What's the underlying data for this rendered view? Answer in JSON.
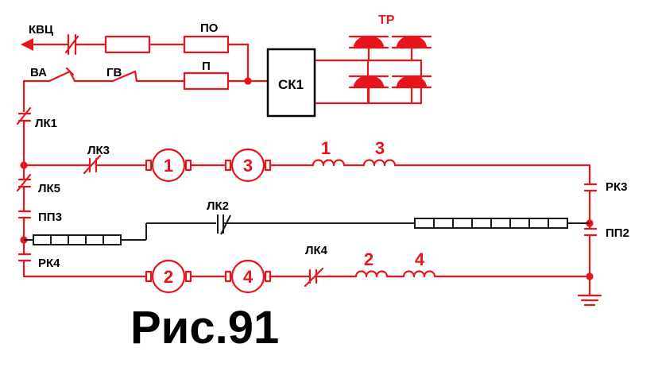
{
  "colors": {
    "main": "#e8141c",
    "wire2": "#1a1a1a",
    "ink": "#000000",
    "bg": "#ffffff"
  },
  "labels": {
    "kvc": "КВЦ",
    "va": "ВА",
    "gv": "ГВ",
    "po": "ПО",
    "p": "П",
    "sk1": "СК1",
    "tr": "ТР",
    "lk1": "ЛК1",
    "lk2": "ЛК2",
    "lk3": "ЛК3",
    "lk4": "ЛК4",
    "lk5": "ЛК5",
    "pp2": "ПП2",
    "pp3": "ПП3",
    "rk3": "РК3",
    "rk4": "РК4"
  },
  "motors": {
    "m1": "1",
    "m2": "2",
    "m3": "3",
    "m4": "4"
  },
  "field_windings": {
    "f1": "1",
    "f2": "2",
    "f3": "3",
    "f4": "4"
  },
  "caption": "Рис.91",
  "icons": {
    "ground": "ground-icon",
    "arrow": "arrow-left-icon",
    "pantograph": "pantograph-icon"
  }
}
